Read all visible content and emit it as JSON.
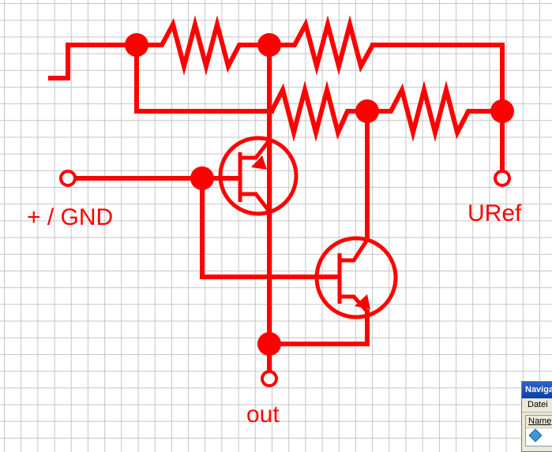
{
  "labels": {
    "gnd": "+ / GND",
    "uref": "URef",
    "out": "out"
  },
  "navigator": {
    "title": "Naviga",
    "menu_file": "Datei",
    "column_name": "Name"
  },
  "colors": {
    "wire": "#ff0000",
    "grid": "#c4c4c4",
    "background": "#ffffff"
  },
  "icons": {
    "navigator_item": "gem-icon"
  }
}
